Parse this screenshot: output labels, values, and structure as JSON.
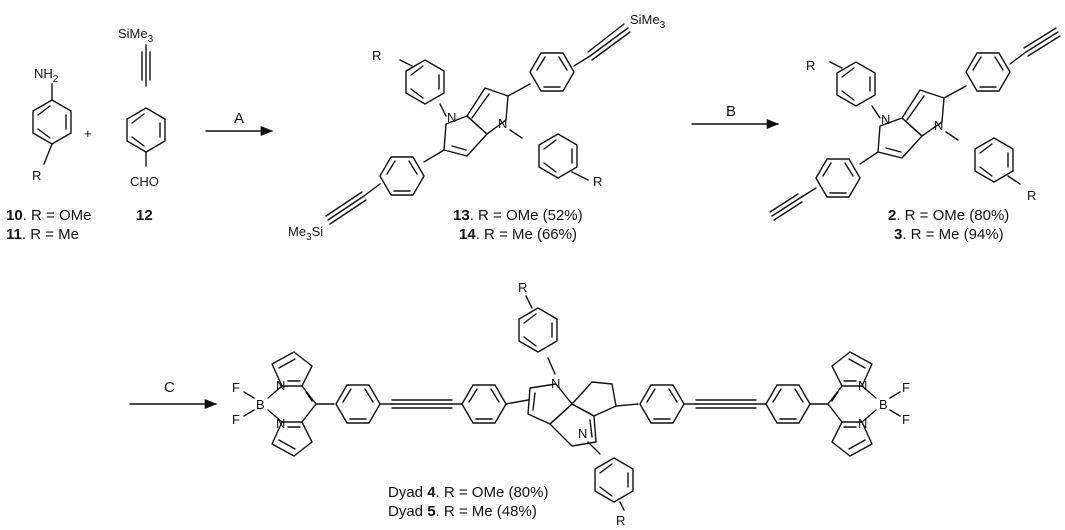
{
  "atoms": {
    "nh2": "NH",
    "nh2_sub": "2",
    "sime3_prefix": "SiMe",
    "sime3_sub": "3",
    "me3si_prefix": "Me",
    "me3si_sub": "3",
    "me3si_suffix": "Si",
    "r": "R",
    "cho": "CHO",
    "n": "N",
    "b": "B",
    "f": "F",
    "plus": "+"
  },
  "reagents": [
    {
      "id": "10",
      "text": ". R = OMe"
    },
    {
      "id": "11",
      "text": ". R = Me"
    }
  ],
  "aldehyde_id": "12",
  "arrows": [
    {
      "label": "A"
    },
    {
      "label": "B"
    },
    {
      "label": "C"
    }
  ],
  "intermediates": [
    {
      "id": "13",
      "text": ". R = OMe (52%)"
    },
    {
      "id": "14",
      "text": ". R = Me (66%)"
    }
  ],
  "products": [
    {
      "id": "2",
      "text": ". R = OMe (80%)"
    },
    {
      "id": "3",
      "text": ". R = Me (94%)"
    }
  ],
  "dyads": [
    {
      "prefix": "Dyad ",
      "id": "4",
      "text": ". R = OMe (80%)"
    },
    {
      "prefix": "Dyad ",
      "id": "5",
      "text": ". R = Me (48%)"
    }
  ]
}
